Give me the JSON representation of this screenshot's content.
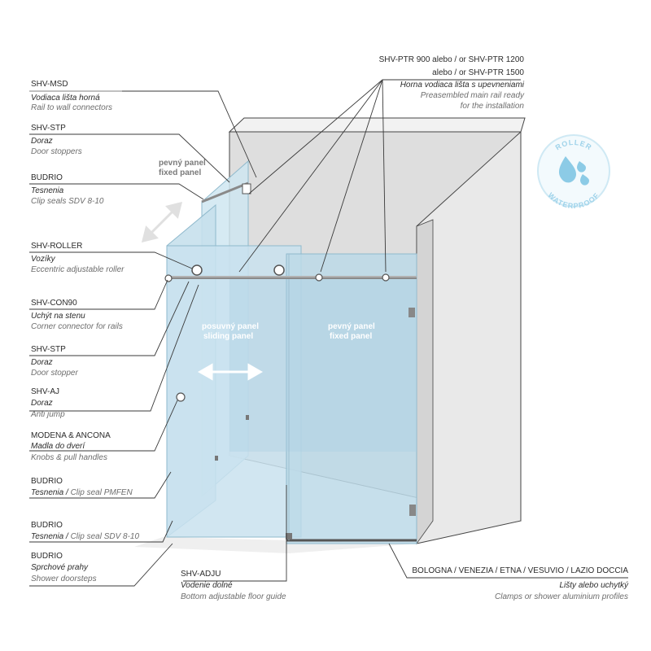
{
  "labels": {
    "msd": {
      "code": "SHV-MSD",
      "sk": "Vodiaca lišta horná",
      "en": "Rail to wall connectors"
    },
    "stp1": {
      "code": "SHV-STP",
      "sk": "Doraz",
      "en": "Door stoppers"
    },
    "budrio1": {
      "code": "BUDRIO",
      "sk": "Tesnenia",
      "en": "Clip seals SDV 8-10"
    },
    "roller": {
      "code": "SHV-ROLLER",
      "sk": "Vozíky",
      "en": "Eccentric adjustable roller"
    },
    "con90": {
      "code": "SHV-CON90",
      "sk": "Uchýt na stenu",
      "en": "Corner connector for rails"
    },
    "stp2": {
      "code": "SHV-STP",
      "sk": "Doraz",
      "en": "Door stopper"
    },
    "aj": {
      "code": "SHV-AJ",
      "sk": "Doraz",
      "en": "Anti jump"
    },
    "modena": {
      "code": "MODENA & ANCONA",
      "sk": "Madla do dverí",
      "en": "Knobs & pull handles"
    },
    "budrio2": {
      "code": "BUDRIO",
      "sk": "Tesnenia / ",
      "en": "Clip seal PMFEN"
    },
    "budrio3": {
      "code": "BUDRIO",
      "sk": "Tesnenia / ",
      "en": "Clip seal SDV 8-10"
    },
    "budrio4": {
      "code": "BUDRIO",
      "sk": "Sprchové prahy",
      "en": "Shower doorsteps"
    },
    "adju": {
      "code": "SHV-ADJU",
      "sk": "Vodenie dolné",
      "en": "Bottom adjustable floor guide"
    },
    "ptr": {
      "line1": "SHV-PTR 900 alebo / or SHV-PTR 1200",
      "line2": "alebo / or SHV-PTR 1500",
      "sk": "Horna vodiaca lišta s upevneniami",
      "en1": "Preasembled main rail ready",
      "en2": "for the installation"
    },
    "clamps": {
      "code": "BOLOGNA / VENEZIA / ETNA / VESUVIO / LAZIO DOCCIA",
      "sk": "Lišty alebo uchytký",
      "en": "Clamps or shower aluminium profiles"
    }
  },
  "panels": {
    "fixed_top_sk": "pevný panel",
    "fixed_top_en": "fixed panel",
    "sliding_sk": "posuvný panel",
    "sliding_en": "sliding panel",
    "fixed_front_sk": "pevný panel",
    "fixed_front_en": "fixed panel"
  },
  "badge": {
    "top": "ROLLER",
    "bottom": "WATERPROOF",
    "icon": "water-drops-icon",
    "color": "#9fd3ea"
  },
  "colors": {
    "glass": "#cfe6f1",
    "glass_edge": "#8fb9cc",
    "wall": "#e6e6e6",
    "wall_dark": "#cfcfcf",
    "line": "#3a3a3a"
  }
}
